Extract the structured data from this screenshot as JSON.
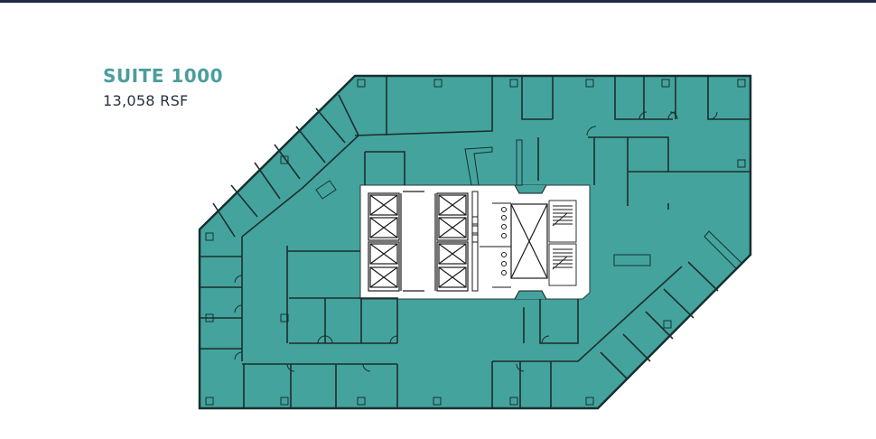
{
  "header": {
    "bar_color": "#1f2a44"
  },
  "suite": {
    "title": "SUITE 1000",
    "area": "13,058 RSF",
    "title_color": "#4a9e9b",
    "area_color": "#263040"
  },
  "floor_plan": {
    "fill_color": "#44a39d",
    "line_color": "#16302f",
    "core_color": "#ffffff",
    "elements": {
      "elevators": 8,
      "restroom_fixtures": 7,
      "stairwells": 2,
      "shaft": 1
    }
  }
}
